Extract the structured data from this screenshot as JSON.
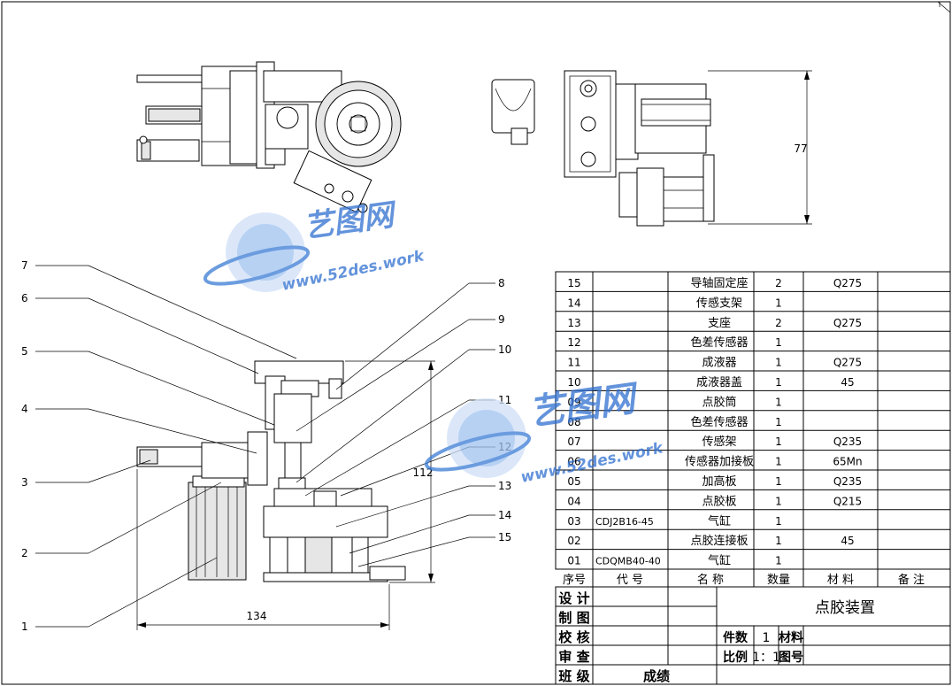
{
  "drawing": {
    "dim_height_top": "77",
    "dim_height_front": "112",
    "dim_width_front": "134"
  },
  "callouts": [
    "7",
    "6",
    "5",
    "4",
    "3",
    "2",
    "1",
    "8",
    "9",
    "10",
    "11",
    "12",
    "13",
    "14",
    "15"
  ],
  "bom": {
    "rows": [
      {
        "no": "15",
        "code": "",
        "name": "导轴固定座",
        "qty": "2",
        "material": "Q275",
        "note": ""
      },
      {
        "no": "14",
        "code": "",
        "name": "传感支架",
        "qty": "1",
        "material": "",
        "note": ""
      },
      {
        "no": "13",
        "code": "",
        "name": "支座",
        "qty": "2",
        "material": "Q275",
        "note": ""
      },
      {
        "no": "12",
        "code": "",
        "name": "色差传感器",
        "qty": "1",
        "material": "",
        "note": ""
      },
      {
        "no": "11",
        "code": "",
        "name": "成液器",
        "qty": "1",
        "material": "Q275",
        "note": ""
      },
      {
        "no": "10",
        "code": "",
        "name": "成液器盖",
        "qty": "1",
        "material": "45",
        "note": ""
      },
      {
        "no": "09",
        "code": "",
        "name": "点胶筒",
        "qty": "1",
        "material": "",
        "note": ""
      },
      {
        "no": "08",
        "code": "",
        "name": "色差传感器",
        "qty": "1",
        "material": "",
        "note": ""
      },
      {
        "no": "07",
        "code": "",
        "name": "传感架",
        "qty": "1",
        "material": "Q235",
        "note": ""
      },
      {
        "no": "06",
        "code": "",
        "name": "传感器加接板",
        "qty": "1",
        "material": "65Mn",
        "note": ""
      },
      {
        "no": "05",
        "code": "",
        "name": "加高板",
        "qty": "1",
        "material": "Q235",
        "note": ""
      },
      {
        "no": "04",
        "code": "",
        "name": "点胶板",
        "qty": "1",
        "material": "Q215",
        "note": ""
      },
      {
        "no": "03",
        "code": "CDJ2B16-45",
        "name": "气缸",
        "qty": "1",
        "material": "",
        "note": ""
      },
      {
        "no": "02",
        "code": "",
        "name": "点胶连接板",
        "qty": "1",
        "material": "45",
        "note": ""
      },
      {
        "no": "01",
        "code": "CDQMB40-40",
        "name": "气缸",
        "qty": "1",
        "material": "",
        "note": ""
      }
    ],
    "header": {
      "no": "序号",
      "code": "代 号",
      "name": "名 称",
      "qty": "数量",
      "material": "材 料",
      "note": "备 注"
    }
  },
  "title_block": {
    "design": "设 计",
    "draft": "制 图",
    "check": "校 核",
    "review": "审 查",
    "class": "班 级",
    "score": "成绩",
    "title": "点胶装置",
    "count_label": "件数",
    "count_value": "1",
    "material_label": "材料",
    "scale_label": "比例",
    "scale_value": "1：1",
    "drawing_no_label": "图号"
  },
  "watermark": {
    "brand": "艺图网",
    "url": "www.52des.work",
    "brand_color": "#2f6fd0"
  }
}
